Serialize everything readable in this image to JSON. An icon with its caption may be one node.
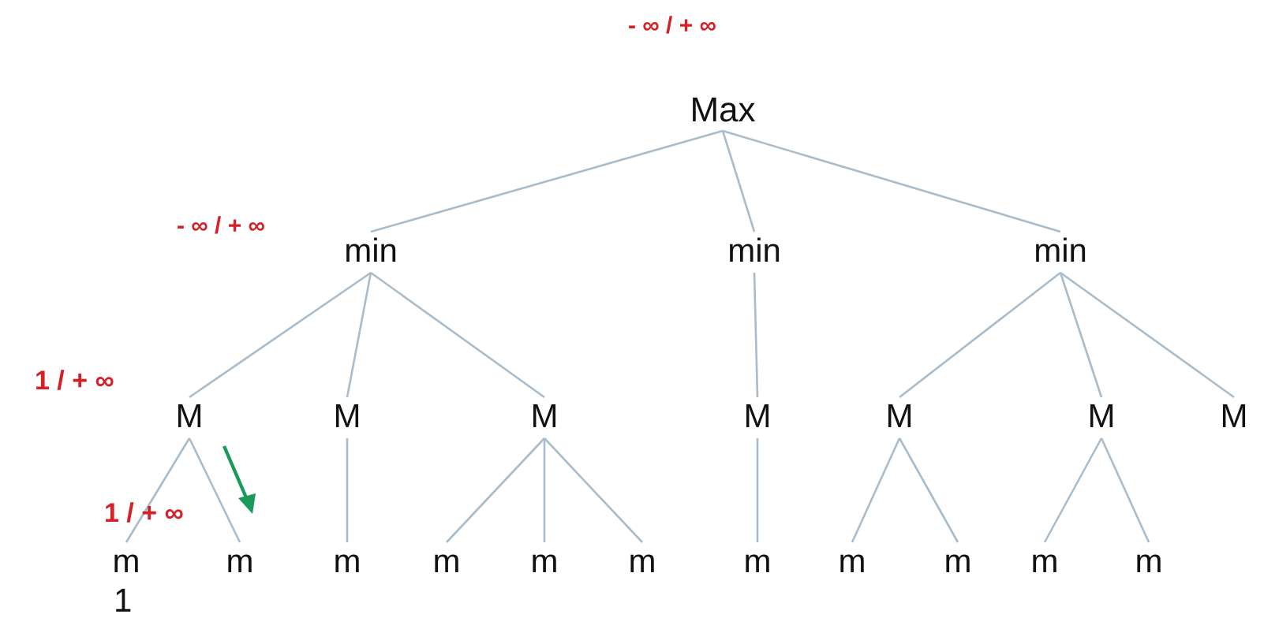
{
  "diagram": {
    "nodes": [
      {
        "text": [
          "Max"
        ],
        "beside": [
          "- ∞ / + ∞"
        ]
      },
      {
        "text": [
          "min"
        ],
        "beside": [
          "- ∞ / + ∞"
        ]
      },
      {
        "text": [
          "min"
        ]
      },
      {
        "text": [
          "min"
        ]
      },
      {
        "text": [
          "M"
        ],
        "beside": [
          "1 / + ∞"
        ]
      },
      {
        "text": [
          "M"
        ]
      },
      {
        "text": [
          "M"
        ]
      },
      {
        "text": [
          "M"
        ]
      },
      {
        "text": [
          "M"
        ]
      },
      {
        "text": [
          "M"
        ]
      },
      {
        "text": [
          "M"
        ]
      },
      {
        "text": [
          "m"
        ],
        "beside": [
          "1"
        ]
      },
      {
        "text": [
          "m"
        ]
      },
      {
        "text": [
          "m"
        ]
      },
      {
        "text": [
          "m"
        ]
      },
      {
        "text": [
          "m"
        ]
      },
      {
        "text": [
          "m"
        ]
      },
      {
        "text": [
          "m"
        ]
      },
      {
        "text": [
          "m"
        ]
      },
      {
        "text": [
          "m"
        ]
      },
      {
        "text": [
          "m"
        ]
      },
      {
        "text": [
          "m"
        ]
      }
    ],
    "edges": [
      {
        "from": 0,
        "to": 1,
        "arrow": "none"
      },
      {
        "from": 0,
        "to": 2,
        "arrow": "none"
      },
      {
        "from": 0,
        "to": 3,
        "arrow": "none"
      },
      {
        "from": 1,
        "to": 4,
        "arrow": "none"
      },
      {
        "from": 1,
        "to": 5,
        "arrow": "none"
      },
      {
        "from": 1,
        "to": 6,
        "arrow": "none"
      },
      {
        "from": 2,
        "to": 7,
        "arrow": "none"
      },
      {
        "from": 3,
        "to": 8,
        "arrow": "none"
      },
      {
        "from": 3,
        "to": 9,
        "arrow": "none"
      },
      {
        "from": 3,
        "to": 10,
        "arrow": "none"
      },
      {
        "from": 4,
        "to": 11,
        "arrow": "none"
      },
      {
        "from": 4,
        "to": 12,
        "arrow": "none"
      },
      {
        "from": 5,
        "to": 13,
        "arrow": "none"
      },
      {
        "from": 6,
        "to": 14,
        "arrow": "none"
      },
      {
        "from": 6,
        "to": 15,
        "arrow": "none"
      },
      {
        "from": 6,
        "to": 16,
        "arrow": "none"
      },
      {
        "from": 7,
        "to": 17,
        "arrow": "none"
      },
      {
        "from": 8,
        "to": 18,
        "arrow": "none"
      },
      {
        "from": 8,
        "to": 19,
        "arrow": "none"
      },
      {
        "from": 9,
        "to": 20,
        "arrow": "none"
      },
      {
        "from": 9,
        "to": 21,
        "arrow": "none"
      }
    ],
    "labels": [
      "1 / + ∞"
    ]
  }
}
